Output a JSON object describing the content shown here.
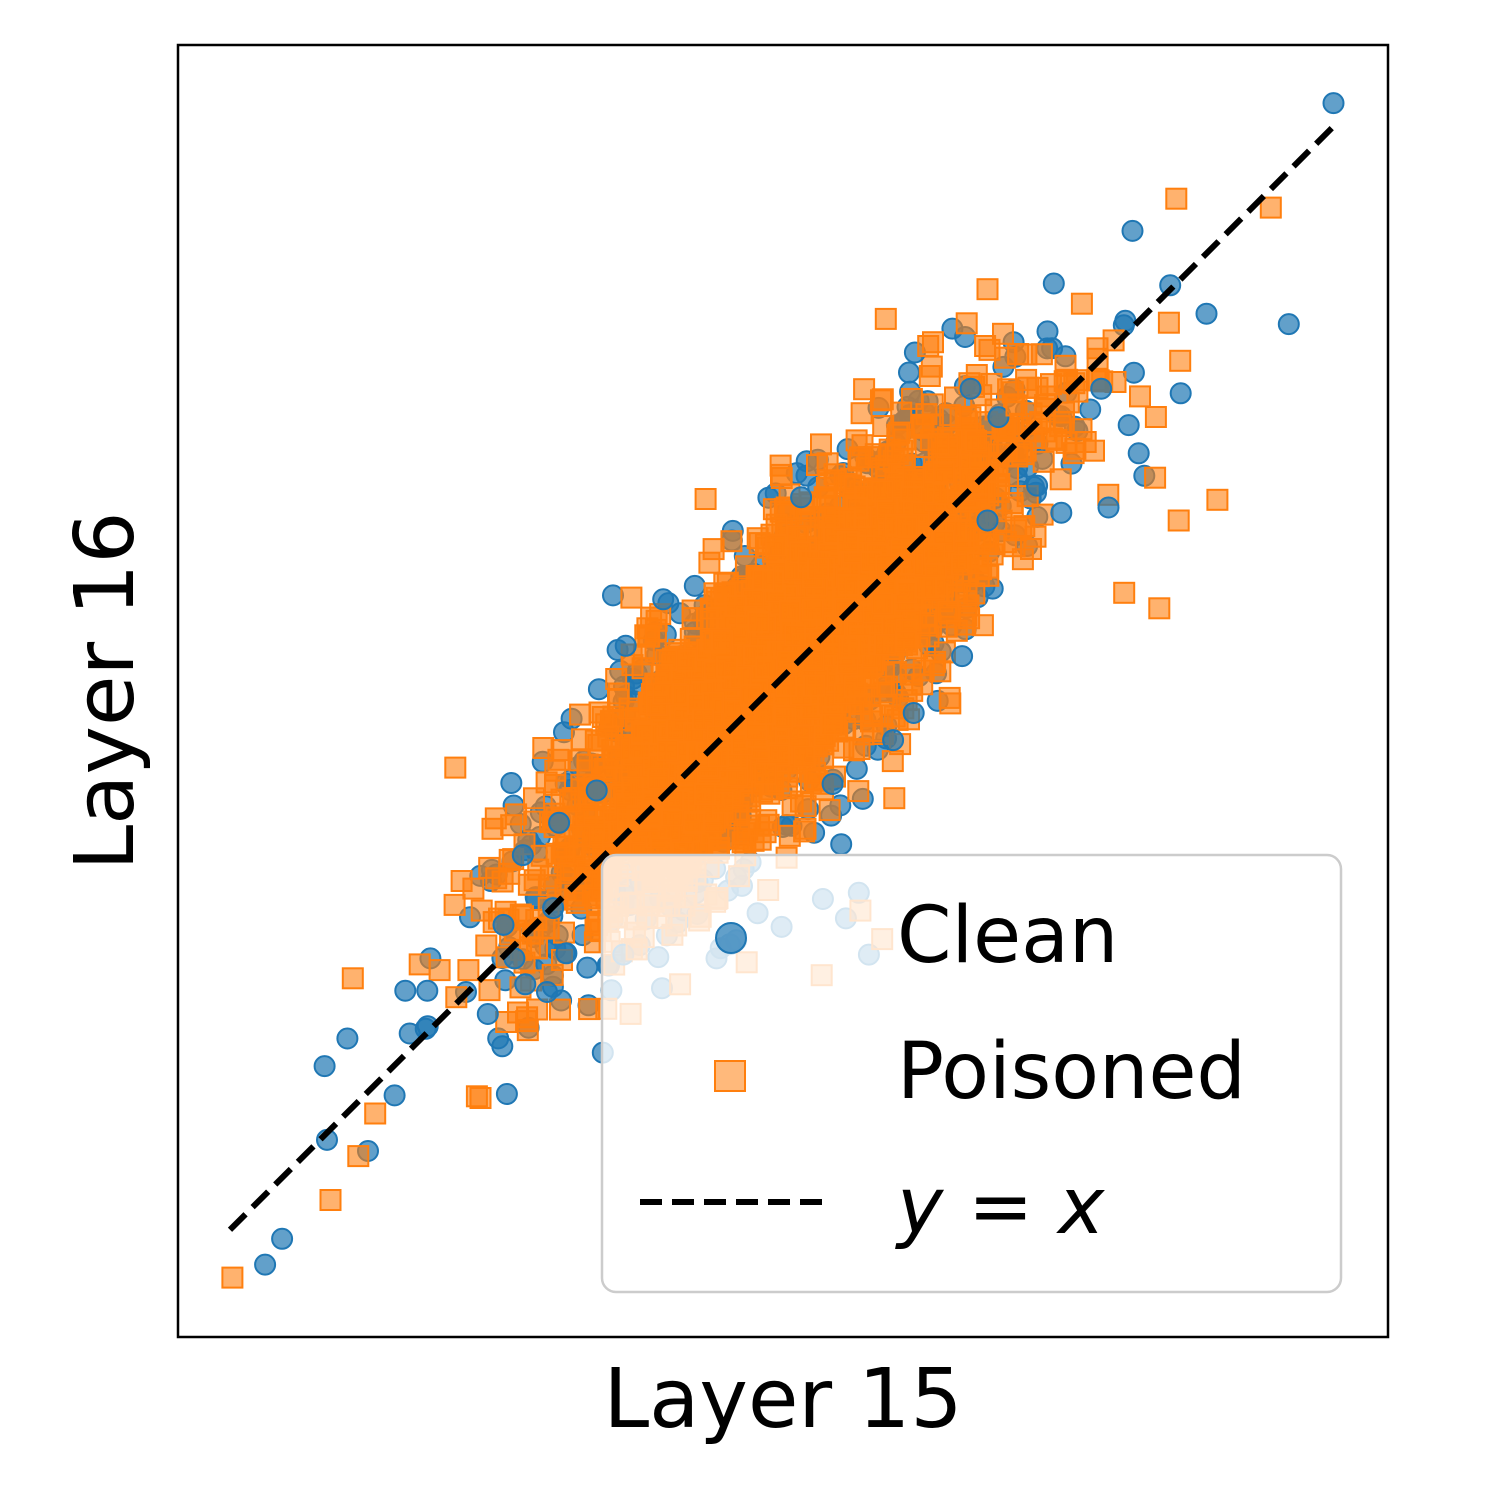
{
  "chart_data": {
    "type": "scatter",
    "title": "",
    "xlabel": "Layer 15",
    "ylabel": "Layer 16",
    "xlim": [
      0.0,
      1.0
    ],
    "ylim": [
      0.0,
      1.0
    ],
    "ticks_shown": false,
    "grid": false,
    "legend": {
      "placement": "lower-right",
      "entries": [
        {
          "label": "Clean",
          "marker": "circle"
        },
        {
          "label": "Poisoned",
          "marker": "square"
        },
        {
          "label": "y = x",
          "marker": "dashed-line"
        }
      ]
    },
    "reference_line": {
      "name": "y = x",
      "style": "dashed",
      "color": "#000000",
      "from": [
        0.043,
        0.083
      ],
      "to": [
        0.955,
        0.937
      ]
    },
    "cluster": {
      "shape": "elongated ellipse along y = x",
      "center": [
        0.5,
        0.52
      ],
      "color": "#ff7f0e",
      "note": "dense overlapping markers"
    },
    "series": [
      {
        "name": "Clean",
        "marker": "circle",
        "color": "#1f77b4",
        "points": [
          [
            0.955,
            0.955
          ],
          [
            0.82,
            0.814
          ],
          [
            0.85,
            0.792
          ],
          [
            0.918,
            0.784
          ],
          [
            0.609,
            0.762
          ],
          [
            0.655,
            0.734
          ],
          [
            0.763,
            0.734
          ],
          [
            0.678,
            0.712
          ],
          [
            0.794,
            0.684
          ],
          [
            0.71,
            0.659
          ],
          [
            0.515,
            0.65
          ],
          [
            0.769,
            0.642
          ],
          [
            0.73,
            0.638
          ],
          [
            0.669,
            0.632
          ],
          [
            0.401,
            0.571
          ],
          [
            0.37,
            0.535
          ],
          [
            0.648,
            0.527
          ],
          [
            0.608,
            0.483
          ],
          [
            0.591,
            0.462
          ],
          [
            0.541,
            0.428
          ],
          [
            0.346,
            0.423
          ],
          [
            0.315,
            0.398
          ],
          [
            0.285,
            0.373
          ],
          [
            0.31,
            0.332
          ],
          [
            0.269,
            0.319
          ],
          [
            0.533,
            0.339
          ],
          [
            0.278,
            0.293
          ],
          [
            0.456,
            0.304
          ],
          [
            0.287,
            0.273
          ],
          [
            0.305,
            0.267
          ],
          [
            0.321,
            0.297
          ],
          [
            0.368,
            0.296
          ],
          [
            0.206,
            0.268
          ],
          [
            0.238,
            0.267
          ],
          [
            0.256,
            0.25
          ],
          [
            0.268,
            0.225
          ],
          [
            0.14,
            0.231
          ],
          [
            0.179,
            0.187
          ],
          [
            0.157,
            0.144
          ],
          [
            0.086,
            0.076
          ],
          [
            0.072,
            0.056
          ],
          [
            0.479,
            0.328
          ],
          [
            0.552,
            0.324
          ],
          [
            0.571,
            0.296
          ],
          [
            0.445,
            0.293
          ],
          [
            0.4,
            0.27
          ]
        ]
      },
      {
        "name": "Poisoned",
        "marker": "square",
        "color": "#ff7f0e",
        "points": [
          [
            0.825,
            0.881
          ],
          [
            0.669,
            0.811
          ],
          [
            0.585,
            0.788
          ],
          [
            0.624,
            0.77
          ],
          [
            0.667,
            0.767
          ],
          [
            0.62,
            0.767
          ],
          [
            0.581,
            0.725
          ],
          [
            0.565,
            0.715
          ],
          [
            0.693,
            0.721
          ],
          [
            0.795,
            0.728
          ],
          [
            0.729,
            0.705
          ],
          [
            0.859,
            0.648
          ],
          [
            0.827,
            0.632
          ],
          [
            0.811,
            0.564
          ],
          [
            0.782,
            0.576
          ],
          [
            0.401,
            0.498
          ],
          [
            0.633,
            0.616
          ],
          [
            0.625,
            0.606
          ],
          [
            0.661,
            0.599
          ],
          [
            0.529,
            0.595
          ],
          [
            0.434,
            0.478
          ],
          [
            0.446,
            0.465
          ],
          [
            0.397,
            0.432
          ],
          [
            0.592,
            0.417
          ],
          [
            0.263,
            0.355
          ],
          [
            0.251,
            0.33
          ],
          [
            0.29,
            0.35
          ],
          [
            0.24,
            0.284
          ],
          [
            0.23,
            0.263
          ],
          [
            0.503,
            0.371
          ],
          [
            0.564,
            0.33
          ],
          [
            0.582,
            0.308
          ],
          [
            0.379,
            0.3
          ],
          [
            0.415,
            0.273
          ],
          [
            0.354,
            0.254
          ],
          [
            0.163,
            0.173
          ],
          [
            0.149,
            0.14
          ],
          [
            0.25,
            0.185
          ],
          [
            0.126,
            0.106
          ],
          [
            0.045,
            0.046
          ],
          [
            0.47,
            0.29
          ],
          [
            0.532,
            0.28
          ]
        ]
      }
    ]
  }
}
